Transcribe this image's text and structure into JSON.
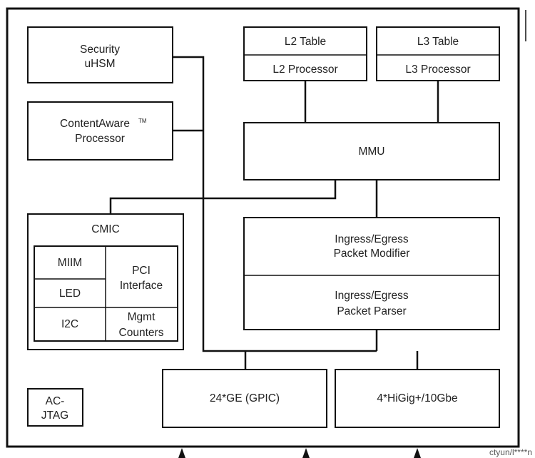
{
  "security": {
    "line1": "Security",
    "line2": "uHSM"
  },
  "contentaware": {
    "line1": "ContentAware",
    "tm": "TM",
    "line2": "Processor"
  },
  "l2": {
    "table": "L2 Table",
    "processor": "L2 Processor"
  },
  "l3": {
    "table": "L3 Table",
    "processor": "L3 Processor"
  },
  "mmu": {
    "label": "MMU"
  },
  "cmic": {
    "title": "CMIC",
    "miim": "MIIM",
    "led": "LED",
    "i2c": "I2C",
    "pci_line1": "PCI",
    "pci_line2": "Interface",
    "mgmt_line1": "Mgmt",
    "mgmt_line2": "Counters"
  },
  "modifier": {
    "line1": "Ingress/Egress",
    "line2": "Packet Modifier"
  },
  "parser": {
    "line1": "Ingress/Egress",
    "line2": "Packet Parser"
  },
  "gpic": {
    "label": "24*GE (GPIC)"
  },
  "higig": {
    "label": "4*HiGig+/10Gbe"
  },
  "acjtag": {
    "line1": "AC-",
    "line2": "JTAG"
  },
  "watermark": "ctyun/l****n"
}
